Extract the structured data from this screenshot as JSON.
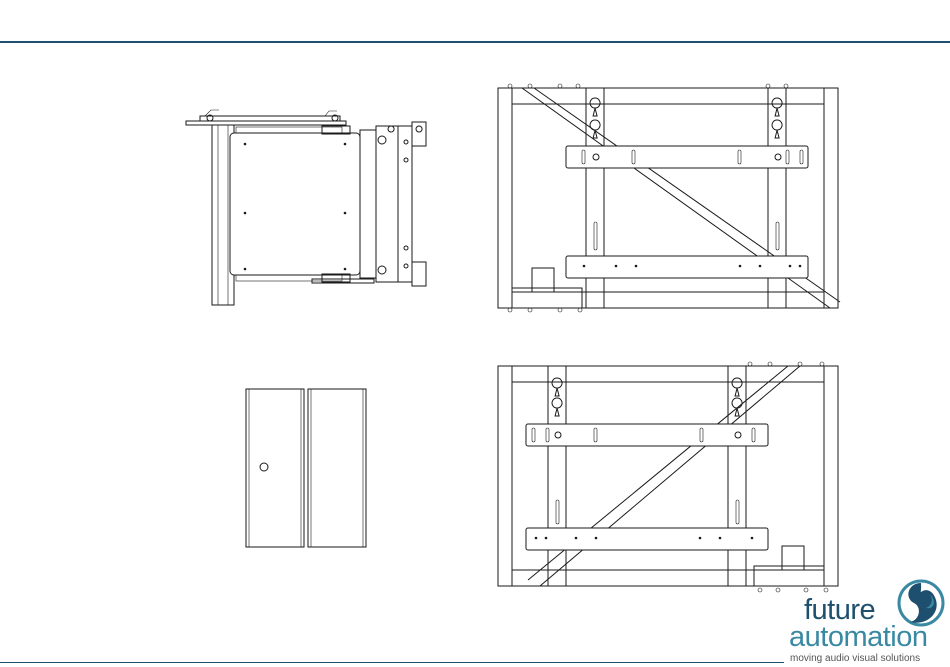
{
  "brand": {
    "word1": "future",
    "word2": "automation",
    "tagline": "moving audio visual solutions",
    "color_dark": "#1f4f6e",
    "color_light": "#3a89a3"
  },
  "colors": {
    "rule": "#1f4f6e",
    "linework": "#1a1a1a"
  }
}
